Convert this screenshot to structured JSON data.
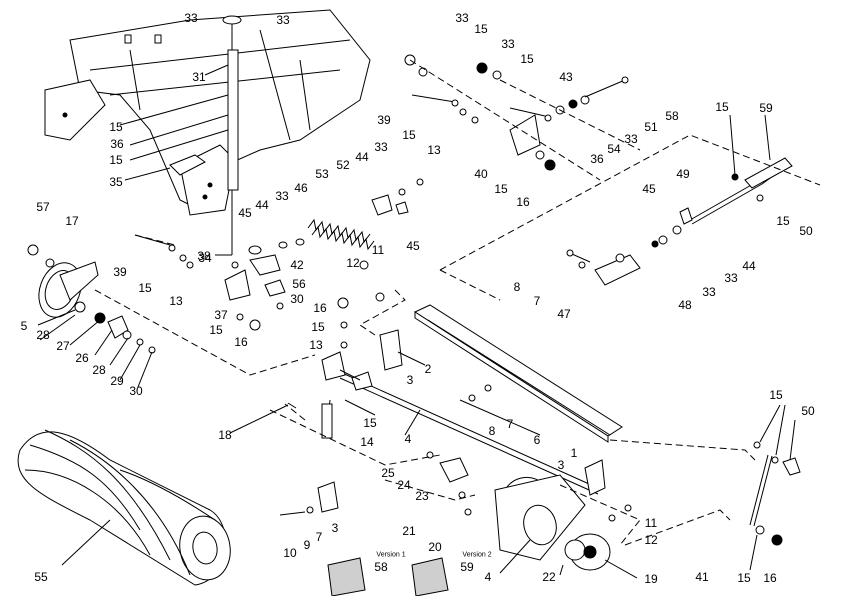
{
  "diagram": {
    "labels": {
      "l33a": "33",
      "l33b": "33",
      "l31": "31",
      "l15a": "15",
      "l36a": "36",
      "l15b": "15",
      "l35": "35",
      "l34": "34",
      "l57": "57",
      "l17": "17",
      "l5": "5",
      "l39a": "39",
      "l15c": "15",
      "l13a": "13",
      "l38": "38",
      "l45a": "45",
      "l44a": "44",
      "l33c": "33",
      "l46": "46",
      "l42": "42",
      "l56": "56",
      "l30a": "30",
      "l37": "37",
      "l15d": "15",
      "l16a": "16",
      "l28a": "28",
      "l27": "27",
      "l26": "26",
      "l28b": "28",
      "l29": "29",
      "l30b": "30",
      "l53": "53",
      "l52": "52",
      "l44b": "44",
      "l33d": "33",
      "l45b": "45",
      "l33e": "33",
      "l15e": "15",
      "l33f": "33",
      "l15f": "15",
      "l43": "43",
      "l58a": "58",
      "l39b": "39",
      "l15g": "15",
      "l13b": "13",
      "l51": "51",
      "l33g": "33",
      "l54": "54",
      "l36b": "36",
      "l40": "40",
      "l15h": "15",
      "l16b": "16",
      "l15i": "15",
      "l59a": "59",
      "l49": "49",
      "l45c": "45",
      "l44c": "44",
      "l15j": "15",
      "l50a": "50",
      "l33h": "33",
      "l33i": "33",
      "l8a": "8",
      "l7a": "7",
      "l47": "47",
      "l48": "48",
      "l12a": "12",
      "l11a": "11",
      "l16c": "16",
      "l15k": "15",
      "l13c": "13",
      "l2": "2",
      "l3a": "3",
      "l18": "18",
      "l15l": "15",
      "l14": "14",
      "l4a": "4",
      "l8b": "8",
      "l7b": "7",
      "l6": "6",
      "l15m": "15",
      "l50b": "50",
      "l1": "1",
      "l3b": "3",
      "l25": "25",
      "l24": "24",
      "l23": "23",
      "l21": "21",
      "l20": "20",
      "l11b": "11",
      "l12b": "12",
      "l10": "10",
      "l9": "9",
      "l7c": "7",
      "l3c": "3",
      "l55": "55",
      "l4b": "4",
      "l22": "22",
      "l19": "19",
      "l41": "41",
      "l15n": "15",
      "l16d": "16",
      "l58b": "58",
      "l59b": "59"
    },
    "version1": "Version 1",
    "version2": "Version 2"
  }
}
